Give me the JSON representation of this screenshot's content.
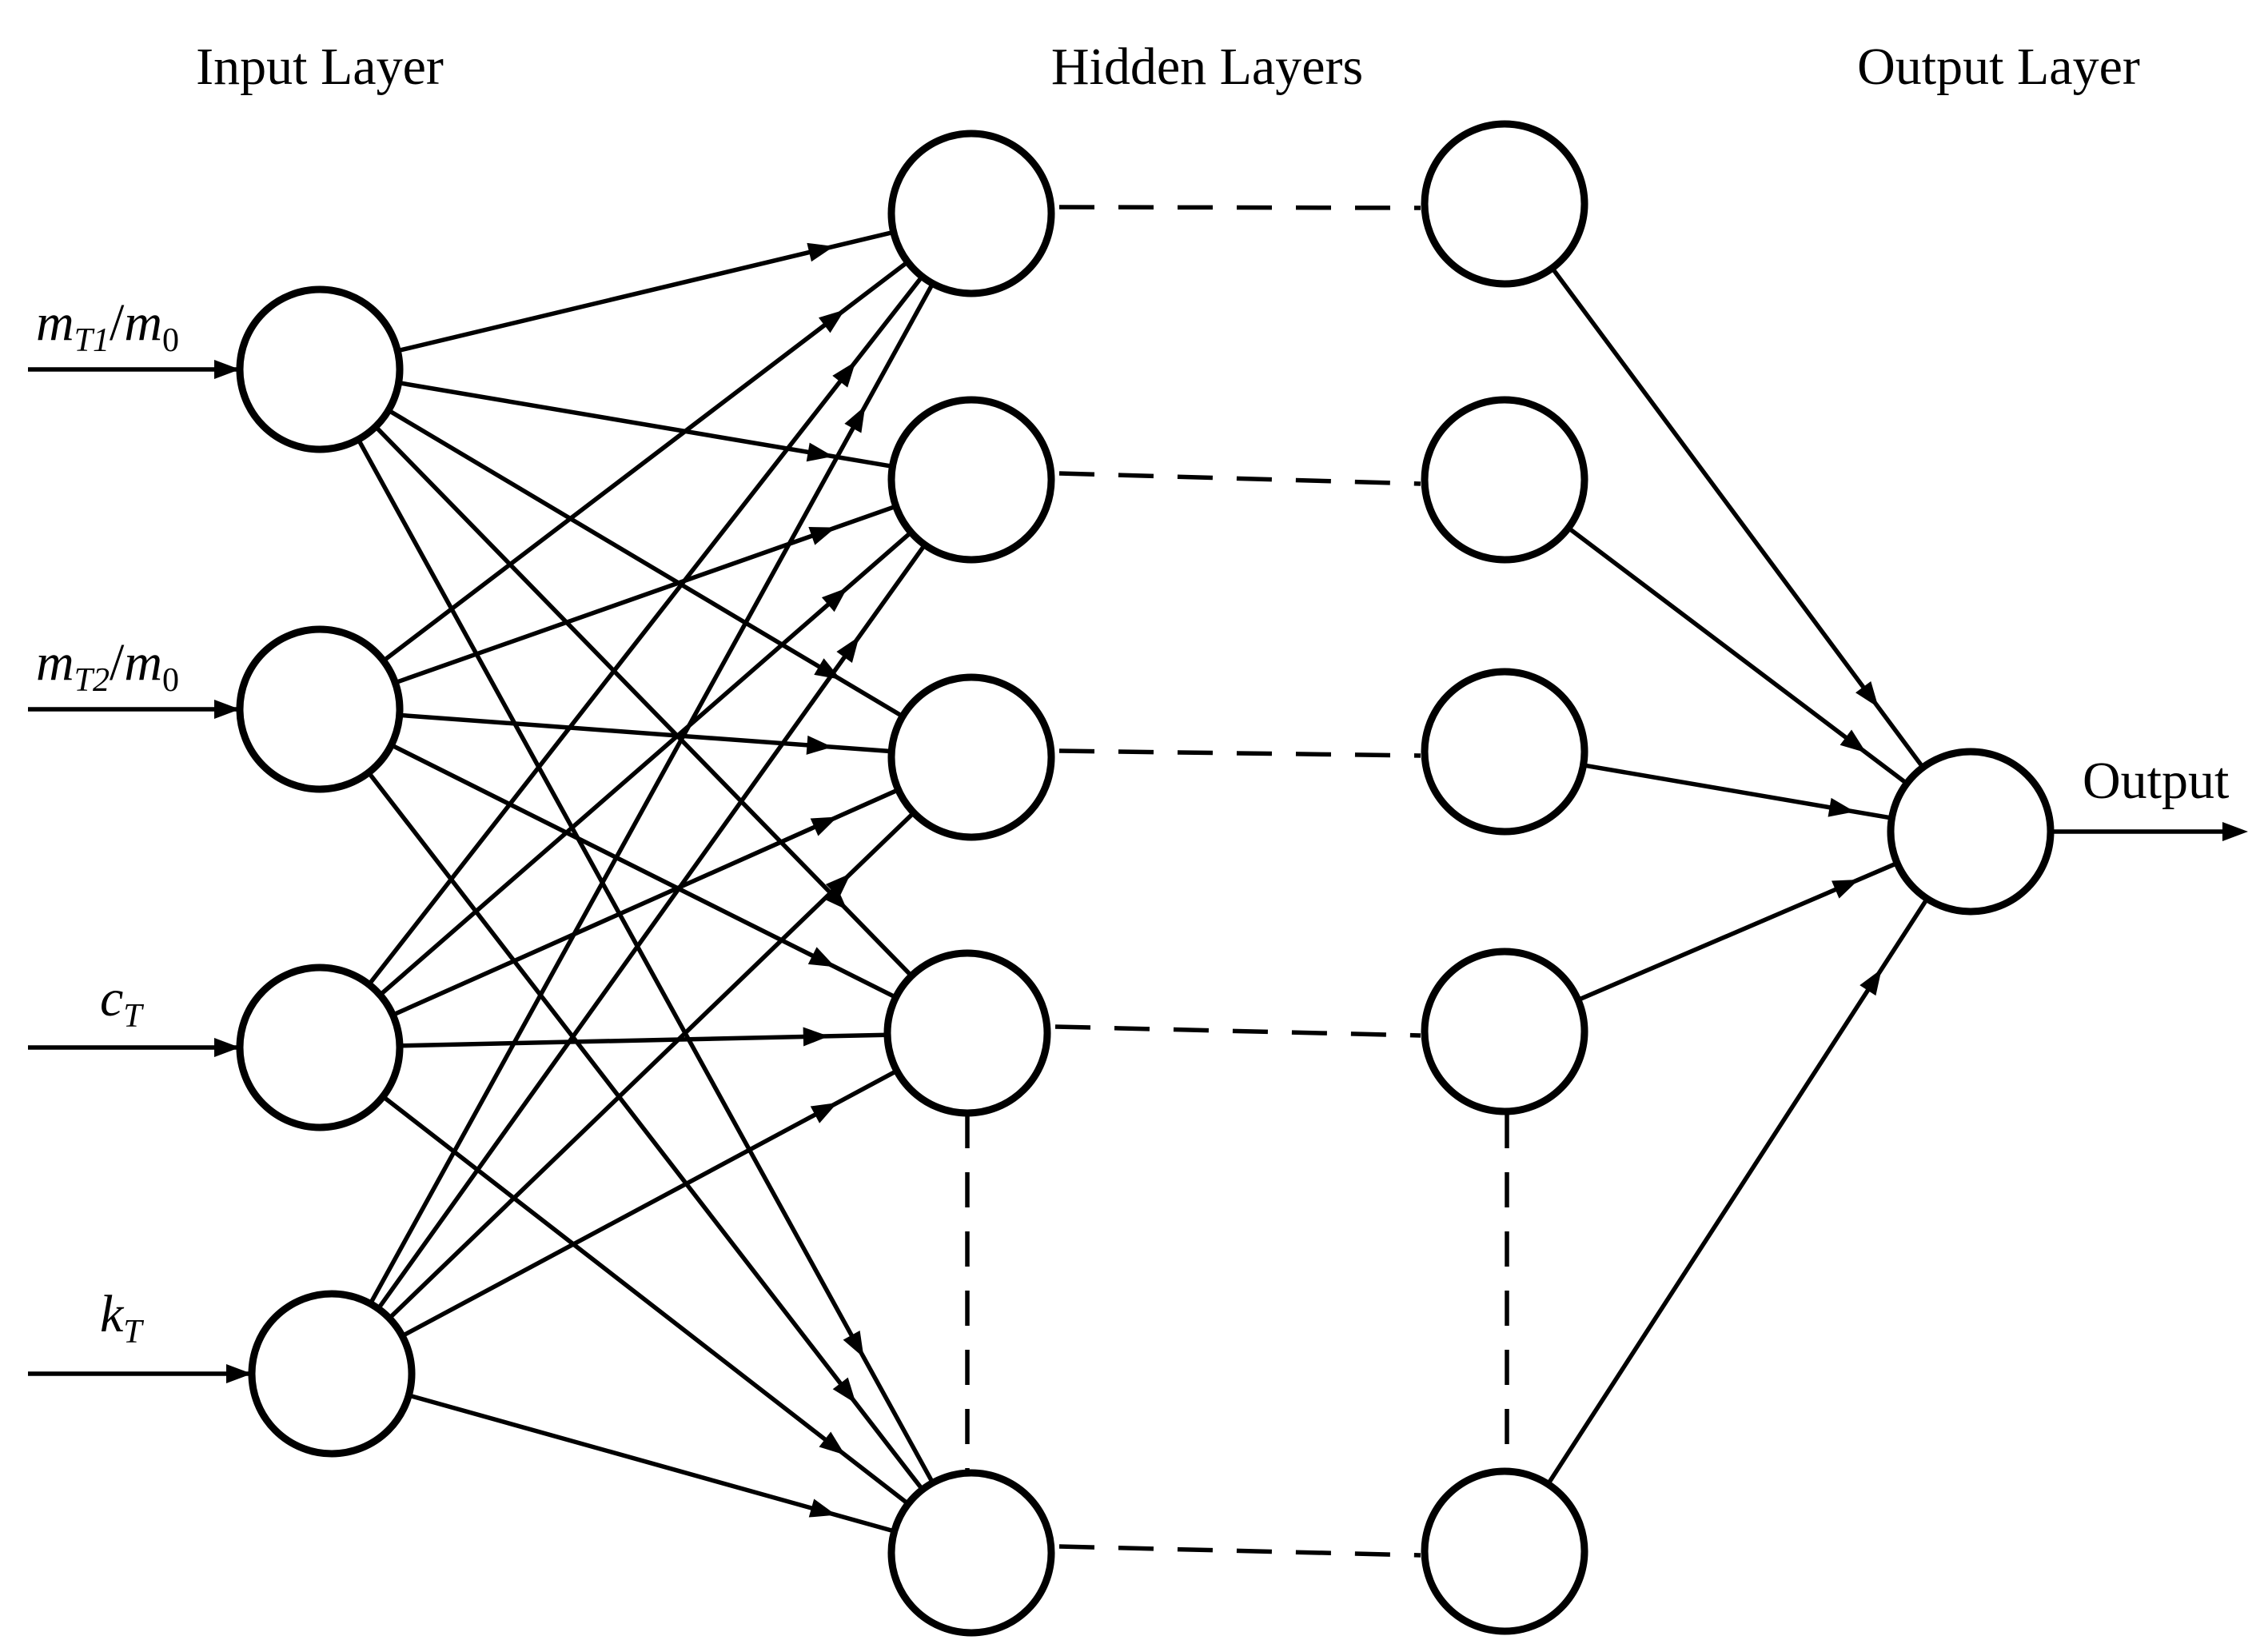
{
  "titles": {
    "input": "Input Layer",
    "hidden": "Hidden Layers",
    "output": "Output Layer"
  },
  "inputs": [
    {
      "base": "m",
      "sub": "T1",
      "slash": "/",
      "base2": "m",
      "sub2": "0"
    },
    {
      "base": "m",
      "sub": "T2",
      "slash": "/",
      "base2": "m",
      "sub2": "0"
    },
    {
      "base": "c",
      "sub": "T"
    },
    {
      "base": "k",
      "sub": "T"
    }
  ],
  "output_label": "Output"
}
